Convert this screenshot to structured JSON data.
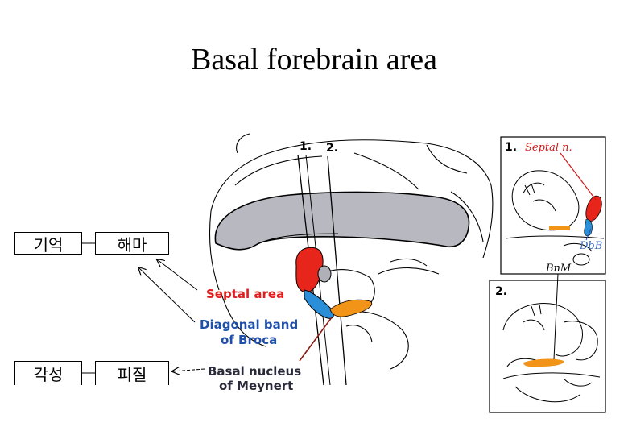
{
  "title": "Basal forebrain area",
  "korean": {
    "memory": "기억",
    "hippocampus": "해마",
    "arousal": "각성",
    "cortex": "피질"
  },
  "labels": {
    "septal_area": "Septal area",
    "diagonal_band_l1": "Diagonal band",
    "diagonal_band_l2": "of Broca",
    "basal_nucleus_l1": "Basal nucleus",
    "basal_nucleus_l2": "of Meynert"
  },
  "section_lines": {
    "line1": "1.",
    "line2": "2."
  },
  "inset1": {
    "number": "1.",
    "septal": "Septal n.",
    "dbb": "DbB",
    "bnm": "BnM"
  },
  "inset2": {
    "number": "2."
  },
  "colors": {
    "septal": "#e8251b",
    "diagonal_band": "#2a8ed8",
    "basal_nucleus": "#f29418",
    "corpus_callosum": "#b8b8c0",
    "label_red": "#e02020",
    "label_blue": "#1f4fa8",
    "label_dark": "#2a2a3a"
  }
}
